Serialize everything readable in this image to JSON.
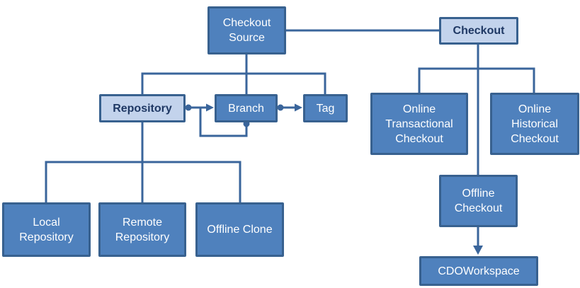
{
  "diagram": {
    "description": "Checkout Source concept diagram",
    "colors": {
      "background": "#FFFFFF",
      "node_fill": "#4F81BD",
      "node_border": "#38618F",
      "node_text": "#FFFFFF",
      "highlight_fill": "#C3D3EC",
      "highlight_text": "#1F3864",
      "connector": "#3A659B"
    },
    "nodes": {
      "checkout_source": {
        "label": "Checkout Source",
        "style": "solid"
      },
      "checkout": {
        "label": "Checkout",
        "style": "light"
      },
      "repository": {
        "label": "Repository",
        "style": "light"
      },
      "branch": {
        "label": "Branch",
        "style": "solid"
      },
      "tag": {
        "label": "Tag",
        "style": "solid"
      },
      "online_transactional": {
        "label": "Online Transactional Checkout",
        "style": "solid"
      },
      "online_historical": {
        "label": "Online Historical Checkout",
        "style": "solid"
      },
      "offline_checkout": {
        "label": "Offline Checkout",
        "style": "solid"
      },
      "cdo_workspace": {
        "label": "CDOWorkspace",
        "style": "solid"
      },
      "local_repository": {
        "label": "Local Repository",
        "style": "solid"
      },
      "remote_repository": {
        "label": "Remote Repository",
        "style": "solid"
      },
      "offline_clone": {
        "label": "Offline Clone",
        "style": "solid"
      }
    },
    "edges": [
      {
        "from": "checkout_source",
        "to": "checkout",
        "type": "plain-line"
      },
      {
        "from": "checkout_source",
        "to": "repository",
        "type": "tree-branch"
      },
      {
        "from": "checkout_source",
        "to": "branch",
        "type": "tree-branch"
      },
      {
        "from": "checkout_source",
        "to": "tag",
        "type": "tree-branch"
      },
      {
        "from": "repository",
        "to": "branch",
        "type": "association-dot-arrow"
      },
      {
        "from": "branch",
        "to": "branch",
        "type": "self-loop-dot-arrow"
      },
      {
        "from": "branch",
        "to": "tag",
        "type": "association-dot-arrow"
      },
      {
        "from": "checkout",
        "to": "online_transactional",
        "type": "tree-branch"
      },
      {
        "from": "checkout",
        "to": "online_historical",
        "type": "tree-branch"
      },
      {
        "from": "checkout",
        "to": "offline_checkout",
        "type": "tree-branch"
      },
      {
        "from": "offline_checkout",
        "to": "cdo_workspace",
        "type": "arrow"
      },
      {
        "from": "repository",
        "to": "local_repository",
        "type": "tree-branch"
      },
      {
        "from": "repository",
        "to": "remote_repository",
        "type": "tree-branch"
      },
      {
        "from": "repository",
        "to": "offline_clone",
        "type": "tree-branch"
      }
    ]
  }
}
